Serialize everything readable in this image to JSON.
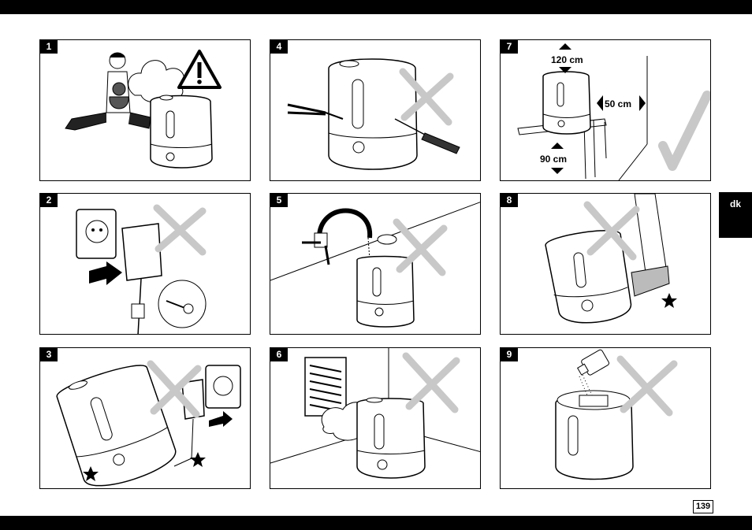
{
  "panels": [
    {
      "number": "1",
      "verdict": "warning"
    },
    {
      "number": "2",
      "verdict": "wrong"
    },
    {
      "number": "3",
      "verdict": "wrong"
    },
    {
      "number": "4",
      "verdict": "wrong"
    },
    {
      "number": "5",
      "verdict": "wrong"
    },
    {
      "number": "6",
      "verdict": "wrong"
    },
    {
      "number": "7",
      "verdict": "correct",
      "labels": {
        "top_clearance": "120 cm",
        "side_clearance": "50 cm",
        "floor_height": "90 cm"
      }
    },
    {
      "number": "8",
      "verdict": "wrong"
    },
    {
      "number": "9",
      "verdict": "wrong"
    }
  ],
  "language_tab": "dk",
  "page_number": "139",
  "colors": {
    "ink": "#000000",
    "cross_mark": "#c8c8c8",
    "check_mark": "#c8c8c8"
  }
}
